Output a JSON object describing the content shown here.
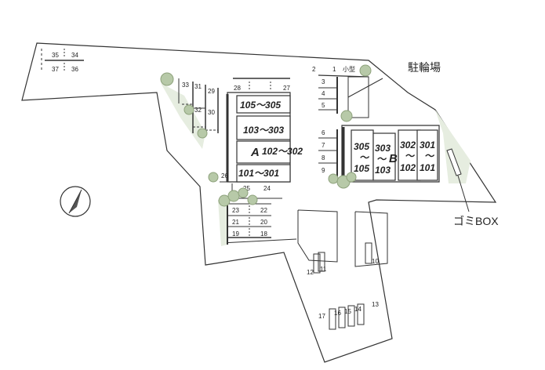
{
  "site_plan": {
    "bicycle_parking_label": "駐輪場",
    "garbage_label": "ゴミBOX",
    "small_label": "小型",
    "building_a": {
      "name": "A",
      "floors": [
        "105～305",
        "103～303",
        "102～302",
        "101～301"
      ]
    },
    "building_b": {
      "name": "B",
      "columns": [
        {
          "top": "305",
          "sep": "～",
          "bottom": "105"
        },
        {
          "top": "303",
          "sep": "～",
          "bottom": "103"
        },
        {
          "top": "302",
          "sep": "～",
          "bottom": "102"
        },
        {
          "top": "301",
          "sep": "～",
          "bottom": "101"
        }
      ]
    },
    "parking_numbers": [
      "1",
      "2",
      "3",
      "4",
      "5",
      "6",
      "7",
      "8",
      "9",
      "10",
      "11",
      "12",
      "13",
      "14",
      "15",
      "16",
      "17",
      "18",
      "19",
      "20",
      "21",
      "22",
      "23",
      "24",
      "25",
      "26",
      "27",
      "28",
      "29",
      "30",
      "31",
      "32",
      "33",
      "34",
      "35",
      "36",
      "37"
    ]
  },
  "colors": {
    "line": "#333333",
    "grass": "#e6ede0",
    "tree_fill": "#b7c9a8",
    "tree_stroke": "#8ea27c"
  },
  "icons": {
    "north": "north-arrow-icon",
    "tree": "tree-icon"
  }
}
